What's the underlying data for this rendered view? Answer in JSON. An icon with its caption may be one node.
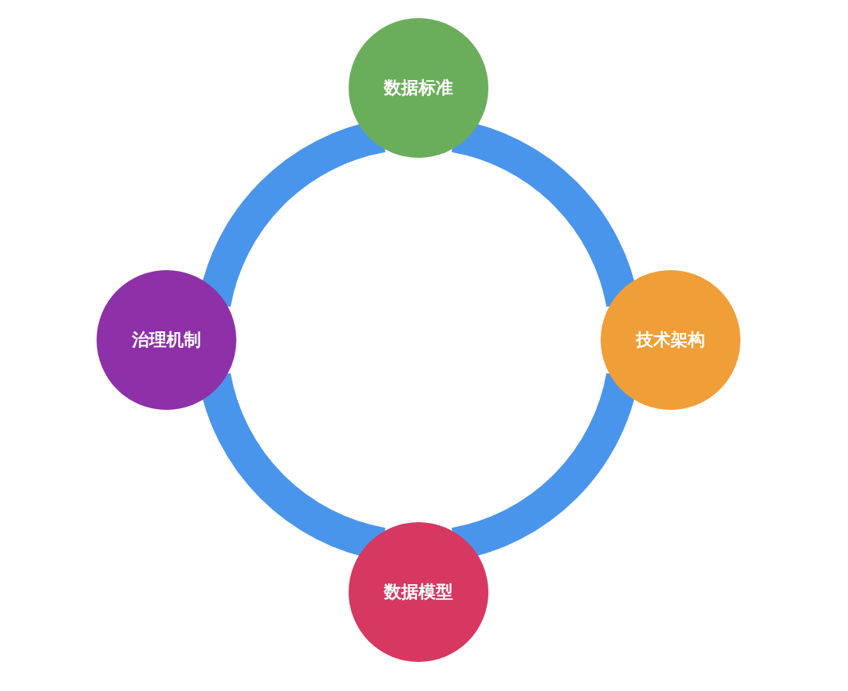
{
  "diagram": {
    "nodes": [
      {
        "text": [
          "数据标准"
        ]
      },
      {
        "text": [
          "治理机制"
        ]
      },
      {
        "text": [
          "技术架构"
        ]
      },
      {
        "text": [
          "数据模型"
        ]
      }
    ],
    "edges": [
      {
        "from": 0,
        "to": 2,
        "arrow": "none"
      },
      {
        "from": 2,
        "to": 3,
        "arrow": "none"
      },
      {
        "from": 3,
        "to": 1,
        "arrow": "none"
      },
      {
        "from": 1,
        "to": 0,
        "arrow": "none"
      }
    ]
  }
}
